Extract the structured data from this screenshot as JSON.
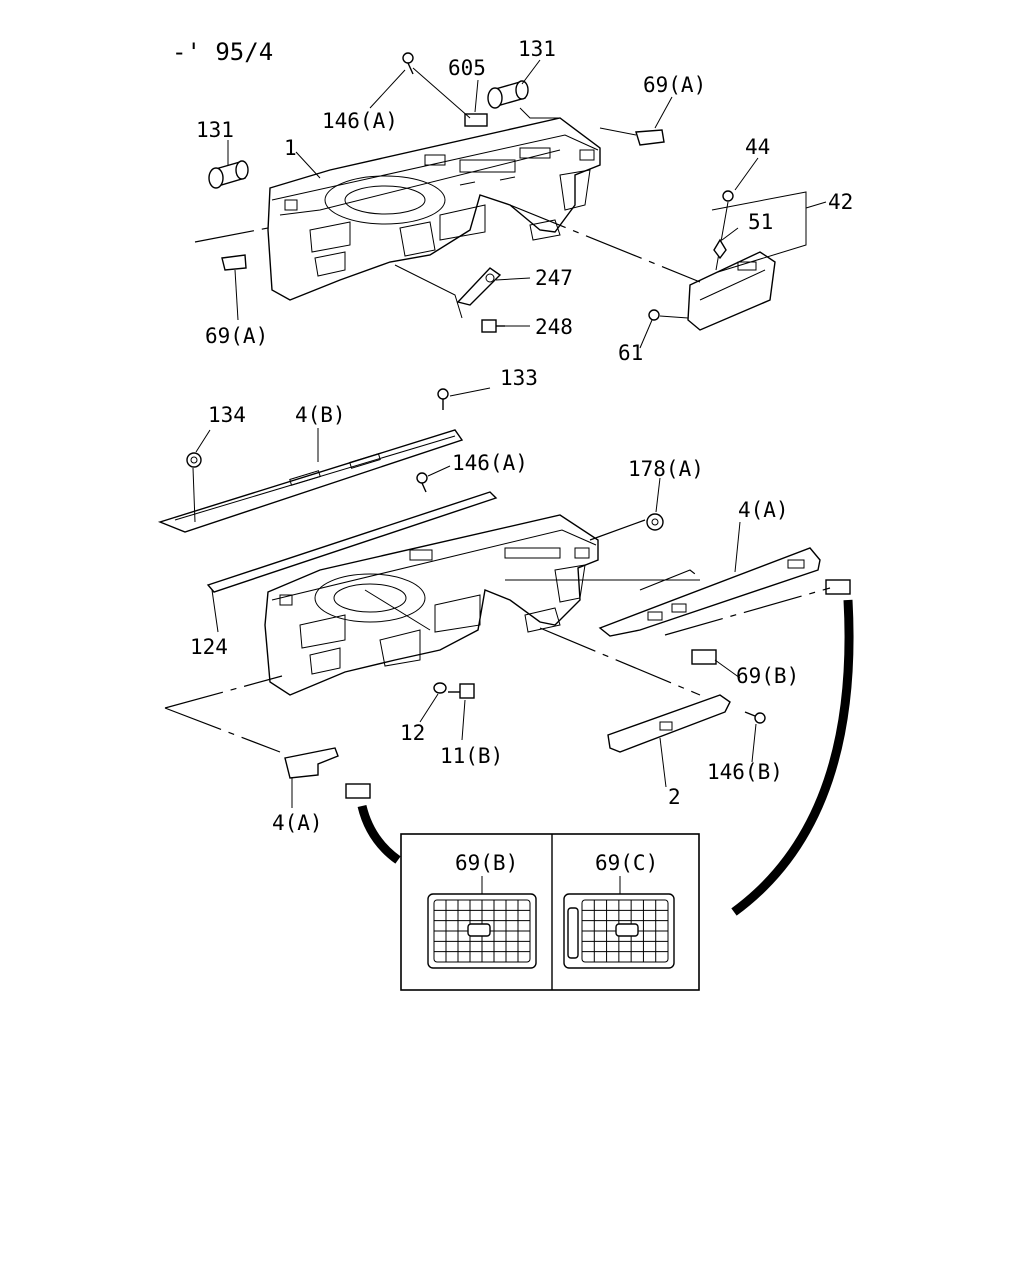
{
  "header": {
    "date_code": "-' 95/4"
  },
  "callouts": {
    "c131_left": "131",
    "c1": "1",
    "c146a_top": "146(A)",
    "c605": "605",
    "c131_right": "131",
    "c69a_top": "69(A)",
    "c44": "44",
    "c42": "42",
    "c51": "51",
    "c247": "247",
    "c248": "248",
    "c69a_left": "69(A)",
    "c61": "61",
    "c133": "133",
    "c134": "134",
    "c4b": "4(B)",
    "c146a_mid": "146(A)",
    "c178a": "178(A)",
    "c4a_right": "4(A)",
    "c124": "124",
    "c69b": "69(B)",
    "c12": "12",
    "c11b": "11(B)",
    "c146b": "146(B)",
    "c2": "2",
    "c4a_left": "4(A)"
  },
  "detail_box": {
    "left_label": "69(B)",
    "right_label": "69(C)"
  }
}
